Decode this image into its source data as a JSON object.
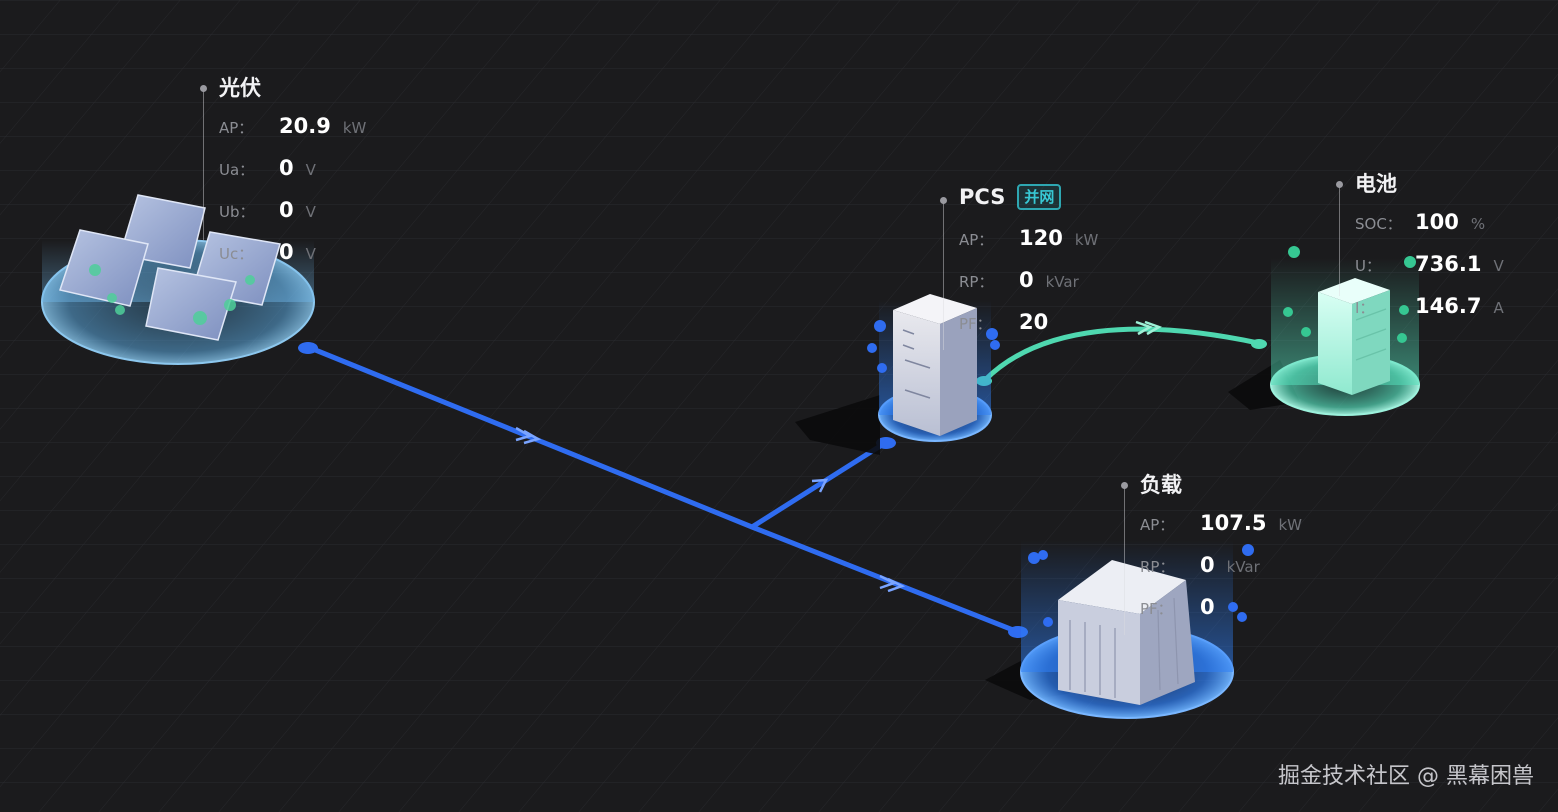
{
  "nodes": {
    "pv": {
      "title": "光伏",
      "rows": [
        {
          "label": "AP：",
          "value": "20.9",
          "unit": "kW"
        },
        {
          "label": "Ua：",
          "value": "0",
          "unit": "V"
        },
        {
          "label": "Ub：",
          "value": "0",
          "unit": "V"
        },
        {
          "label": "Uc：",
          "value": "0",
          "unit": "V"
        }
      ]
    },
    "pcs": {
      "title": "PCS",
      "badge": "并网",
      "rows": [
        {
          "label": "AP：",
          "value": "120",
          "unit": "kW"
        },
        {
          "label": "RP：",
          "value": "0",
          "unit": "kVar"
        },
        {
          "label": "PF：",
          "value": "20",
          "unit": ""
        }
      ]
    },
    "battery": {
      "title": "电池",
      "rows": [
        {
          "label": "SOC：",
          "value": "100",
          "unit": "%"
        },
        {
          "label": "U：",
          "value": "736.1",
          "unit": "V"
        },
        {
          "label": "I：",
          "value": "146.7",
          "unit": "A"
        }
      ]
    },
    "load": {
      "title": "负载",
      "rows": [
        {
          "label": "AP：",
          "value": "107.5",
          "unit": "kW"
        },
        {
          "label": "RP：",
          "value": "0",
          "unit": "kVar"
        },
        {
          "label": "PF：",
          "value": "0",
          "unit": ""
        }
      ]
    }
  },
  "colors": {
    "background": "#1b1b1d",
    "grid_line": "#2a2b2f",
    "power_line": "#2f6cf0",
    "battery_line": "#4fd8b0",
    "pv_platform": "#6fb6e8",
    "pcs_platform": "#3d7fe6",
    "battery_platform": "#5fe0c0",
    "load_platform": "#2f7ff5",
    "badge": "#38c8d4"
  },
  "watermark": "掘金技术社区 @ 黑幕困兽"
}
